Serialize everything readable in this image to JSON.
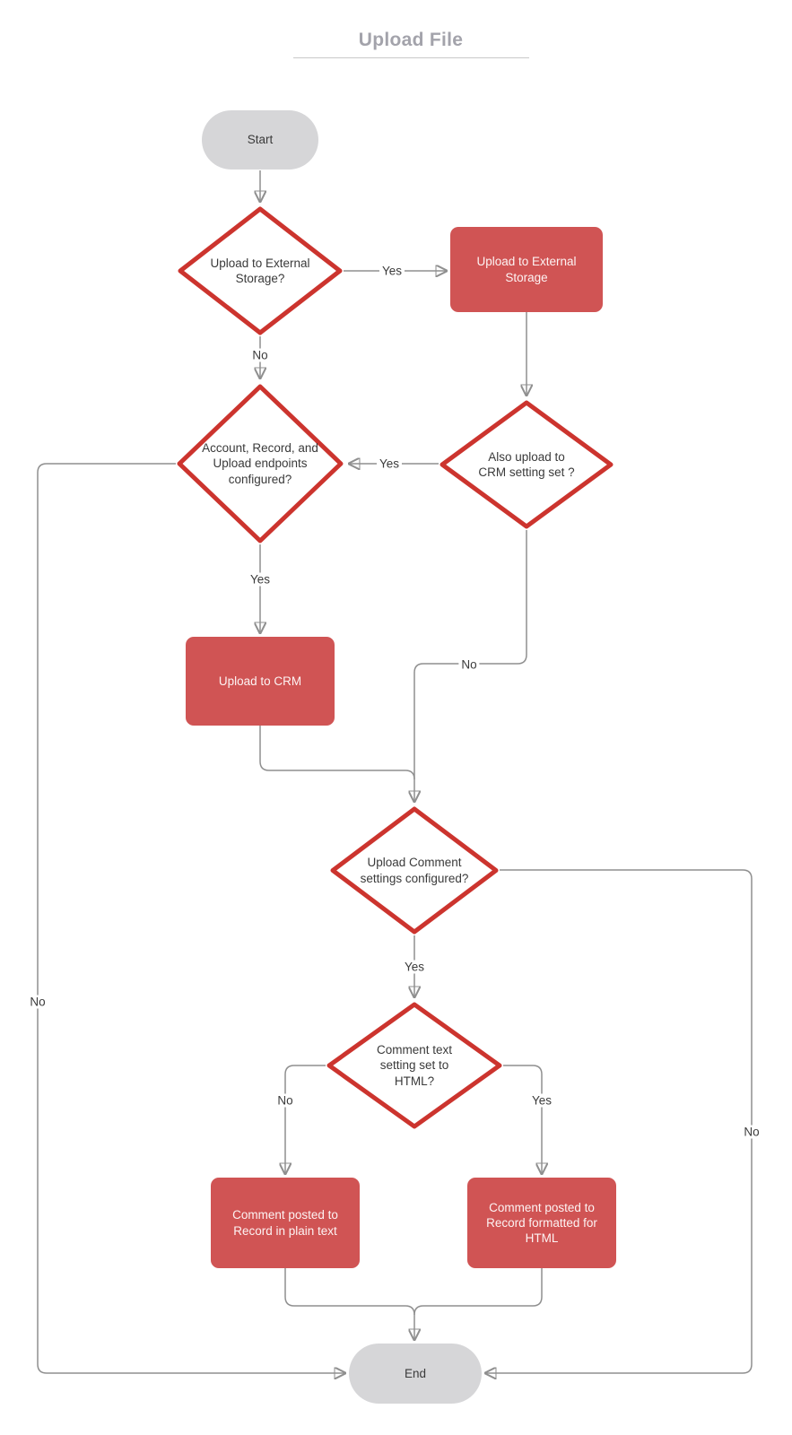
{
  "title": "Upload File",
  "nodes": {
    "start": {
      "label": "Start",
      "type": "terminator"
    },
    "upload_external_q": {
      "label": "Upload to External Storage?",
      "type": "decision"
    },
    "upload_external": {
      "label": "Upload to External Storage",
      "type": "process"
    },
    "also_upload_crm_q": {
      "label": "Also upload to CRM setting set ?",
      "type": "decision"
    },
    "endpoints_q": {
      "label": "Account, Record, and Upload endpoints configured?",
      "type": "decision"
    },
    "upload_crm": {
      "label": "Upload to CRM",
      "type": "process"
    },
    "comment_settings_q": {
      "label": "Upload Comment settings configured?",
      "type": "decision"
    },
    "comment_html_q": {
      "label": "Comment text setting set to HTML?",
      "type": "decision"
    },
    "comment_plain": {
      "label": "Comment posted to Record in plain text",
      "type": "process"
    },
    "comment_html": {
      "label": "Comment posted to Record formatted for HTML",
      "type": "process"
    },
    "end": {
      "label": "End",
      "type": "terminator"
    }
  },
  "edge_labels": {
    "external_yes": "Yes",
    "external_no": "No",
    "also_crm_yes": "Yes",
    "also_crm_no": "No",
    "endpoints_yes": "Yes",
    "endpoints_no": "No",
    "comment_settings_yes": "Yes",
    "comment_settings_no": "No",
    "comment_html_yes": "Yes",
    "comment_html_no": "No"
  },
  "colors": {
    "process_fill": "#d05454",
    "process_text": "#fdf3f3",
    "decision_stroke": "#cc342e",
    "decision_fill": "#ffffff",
    "terminator_fill": "#d6d6d8",
    "node_text": "#3a3a3a",
    "connector": "#8f8f8f",
    "arrowhead": "#3a3a3a",
    "title_text": "#a3a3ab"
  }
}
